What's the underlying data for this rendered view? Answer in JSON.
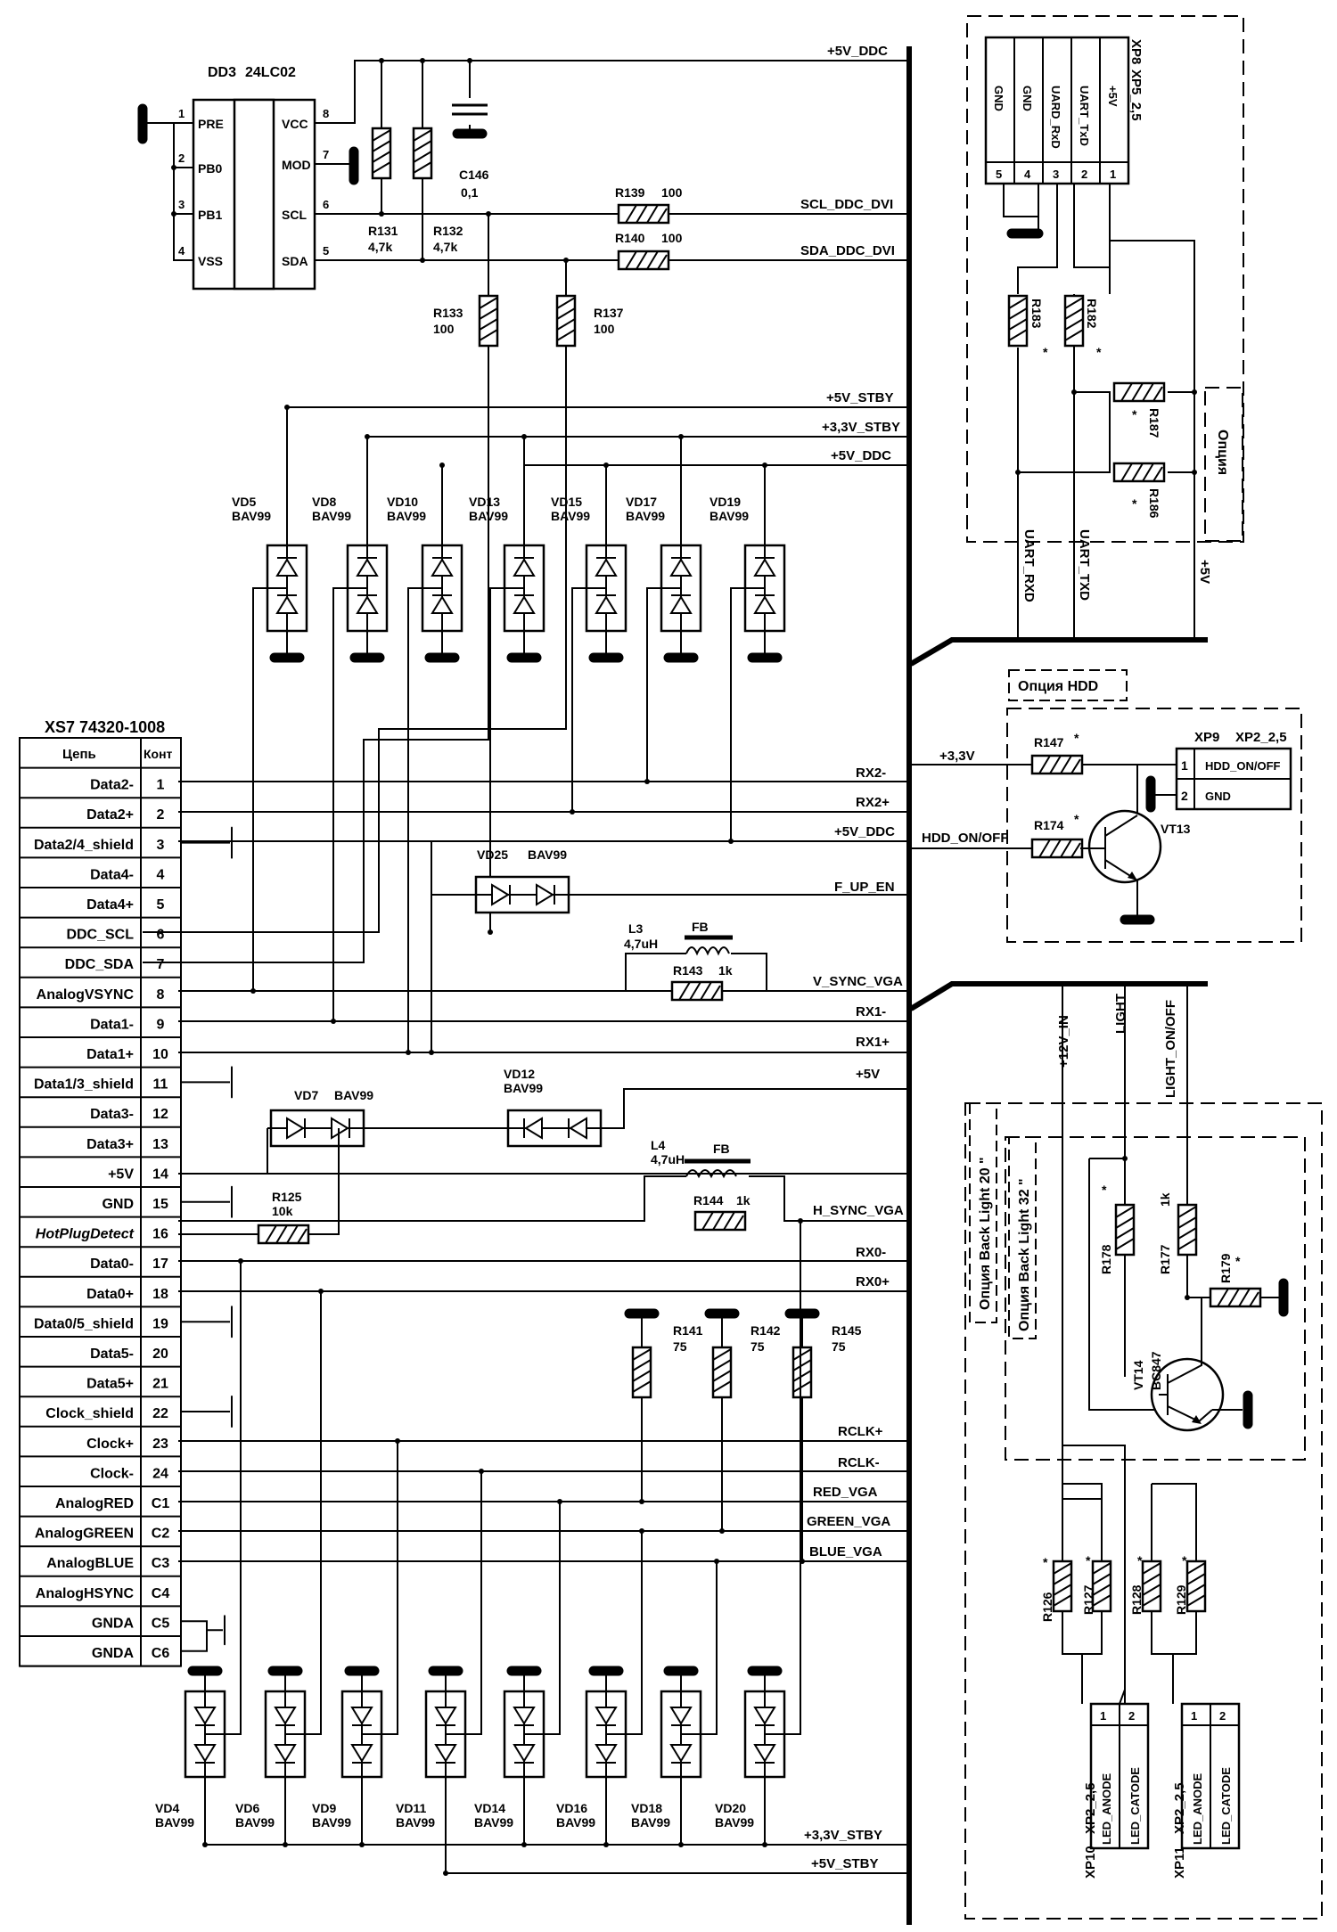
{
  "connector": {
    "title": "XS7  74320-1008",
    "col_net": "Цепь",
    "col_pin": "Конт",
    "rows": [
      {
        "net": "Data2-",
        "pin": "1"
      },
      {
        "net": "Data2+",
        "pin": "2"
      },
      {
        "net": "Data2/4_shield",
        "pin": "3"
      },
      {
        "net": "Data4-",
        "pin": "4"
      },
      {
        "net": "Data4+",
        "pin": "5"
      },
      {
        "net": "DDC_SCL",
        "pin": "6"
      },
      {
        "net": "DDC_SDA",
        "pin": "7"
      },
      {
        "net": "AnalogVSYNC",
        "pin": "8"
      },
      {
        "net": "Data1-",
        "pin": "9"
      },
      {
        "net": "Data1+",
        "pin": "10"
      },
      {
        "net": "Data1/3_shield",
        "pin": "11"
      },
      {
        "net": "Data3-",
        "pin": "12"
      },
      {
        "net": "Data3+",
        "pin": "13"
      },
      {
        "net": "+5V",
        "pin": "14"
      },
      {
        "net": "GND",
        "pin": "15"
      },
      {
        "net": "HotPlugDetect",
        "pin": "16"
      },
      {
        "net": "Data0-",
        "pin": "17"
      },
      {
        "net": "Data0+",
        "pin": "18"
      },
      {
        "net": "Data0/5_shield",
        "pin": "19"
      },
      {
        "net": "Data5-",
        "pin": "20"
      },
      {
        "net": "Data5+",
        "pin": "21"
      },
      {
        "net": "Clock_shield",
        "pin": "22"
      },
      {
        "net": "Clock+",
        "pin": "23"
      },
      {
        "net": "Clock-",
        "pin": "24"
      },
      {
        "net": "AnalogRED",
        "pin": "C1"
      },
      {
        "net": "AnalogGREEN",
        "pin": "C2"
      },
      {
        "net": "AnalogBLUE",
        "pin": "C3"
      },
      {
        "net": "AnalogHSYNC",
        "pin": "C4"
      },
      {
        "net": "GNDA",
        "pin": "C5"
      },
      {
        "net": "GNDA",
        "pin": "C6"
      }
    ]
  },
  "eeprom": {
    "ref": "DD3",
    "part": "24LC02",
    "pins_left": [
      {
        "n": "1",
        "name": "PRE"
      },
      {
        "n": "2",
        "name": "PB0"
      },
      {
        "n": "3",
        "name": "PB1"
      },
      {
        "n": "4",
        "name": "VSS"
      }
    ],
    "pins_right": [
      {
        "n": "8",
        "name": "VCC"
      },
      {
        "n": "7",
        "name": "MOD"
      },
      {
        "n": "6",
        "name": "SCL"
      },
      {
        "n": "5",
        "name": "SDA"
      }
    ]
  },
  "parts": {
    "c146": {
      "ref": "C146",
      "val": "0,1"
    },
    "r131": {
      "ref": "R131",
      "val": "4,7k"
    },
    "r132": {
      "ref": "R132",
      "val": "4,7k"
    },
    "r139": {
      "ref": "R139",
      "val": "100"
    },
    "r140": {
      "ref": "R140",
      "val": "100"
    },
    "r133": {
      "ref": "R133",
      "val": "100"
    },
    "r137": {
      "ref": "R137",
      "val": "100"
    },
    "r143": {
      "ref": "R143",
      "val": "1k"
    },
    "r144": {
      "ref": "R144",
      "val": "1k"
    },
    "r125": {
      "ref": "R125",
      "val": "10k"
    },
    "r141": {
      "ref": "R141",
      "val": "75"
    },
    "r142": {
      "ref": "R142",
      "val": "75"
    },
    "r145": {
      "ref": "R145",
      "val": "75"
    },
    "l3": {
      "ref": "L3",
      "val": "4,7uH",
      "core": "FB"
    },
    "l4": {
      "ref": "L4",
      "val": "4,7uH",
      "core": "FB"
    },
    "vd25": {
      "ref": "VD25",
      "part": "BAV99"
    },
    "vd7": {
      "ref": "VD7",
      "part": "BAV99"
    },
    "vd12": {
      "ref": "VD12",
      "part": "BAV99"
    },
    "r147": {
      "ref": "R147",
      "mark": "*"
    },
    "r174": {
      "ref": "R174",
      "mark": "*"
    },
    "vt13": {
      "ref": "VT13"
    },
    "r183": {
      "ref": "R183",
      "mark": "*"
    },
    "r182": {
      "ref": "R182",
      "mark": "*"
    },
    "r187": {
      "ref": "R187",
      "mark": "*"
    },
    "r186": {
      "ref": "R186",
      "mark": "*"
    },
    "r178": {
      "ref": "R178",
      "mark": "*"
    },
    "r177": {
      "ref": "R177",
      "val": "1k"
    },
    "r179": {
      "ref": "R179",
      "mark": "*"
    },
    "vt14": {
      "ref": "VT14",
      "part": "BC847"
    },
    "r126": {
      "ref": "R126",
      "mark": "*"
    },
    "r127": {
      "ref": "R127",
      "mark": "*"
    },
    "r128": {
      "ref": "R128",
      "mark": "*"
    },
    "r129": {
      "ref": "R129",
      "mark": "*"
    }
  },
  "diodes_top": [
    {
      "ref": "VD5",
      "part": "BAV99"
    },
    {
      "ref": "VD8",
      "part": "BAV99"
    },
    {
      "ref": "VD10",
      "part": "BAV99"
    },
    {
      "ref": "VD13",
      "part": "BAV99"
    },
    {
      "ref": "VD15",
      "part": "BAV99"
    },
    {
      "ref": "VD17",
      "part": "BAV99"
    },
    {
      "ref": "VD19",
      "part": "BAV99"
    }
  ],
  "diodes_bottom": [
    {
      "ref": "VD4",
      "part": "BAV99"
    },
    {
      "ref": "VD6",
      "part": "BAV99"
    },
    {
      "ref": "VD9",
      "part": "BAV99"
    },
    {
      "ref": "VD11",
      "part": "BAV99"
    },
    {
      "ref": "VD14",
      "part": "BAV99"
    },
    {
      "ref": "VD16",
      "part": "BAV99"
    },
    {
      "ref": "VD18",
      "part": "BAV99"
    },
    {
      "ref": "VD20",
      "part": "BAV99"
    }
  ],
  "nets": {
    "p5v_ddc": "+5V_DDC",
    "scl_dvi": "SCL_DDC_DVI",
    "sda_dvi": "SDA_DDC_DVI",
    "p5v_stby": "+5V_STBY",
    "p33v_stby": "+3,3V_STBY",
    "rx2m": "RX2-",
    "rx2p": "RX2+",
    "f_up_en": "F_UP_EN",
    "v_sync": "V_SYNC_VGA",
    "rx1m": "RX1-",
    "rx1p": "RX1+",
    "p5v": "+5V",
    "h_sync": "H_SYNC_VGA",
    "rx0m": "RX0-",
    "rx0p": "RX0+",
    "rclkp": "RCLK+",
    "rclkm": "RCLK-",
    "red": "RED_VGA",
    "green": "GREEN_VGA",
    "blue": "BLUE_VGA",
    "p33v": "+3,3V",
    "hdd_on": "HDD_ON/OFF",
    "uart_rxd": "UART_RXD",
    "uart_txd": "UART_TXD",
    "p12v_in": "+12V_IN",
    "light": "LIGHT",
    "light_onoff": "LIGHT_ON/OFF"
  },
  "xp8": {
    "ref": "XP8",
    "part": "XP5_2,5",
    "pins": [
      {
        "n": "5",
        "name": "GND"
      },
      {
        "n": "4",
        "name": "GND"
      },
      {
        "n": "3",
        "name": "UARD_RxD"
      },
      {
        "n": "2",
        "name": "UART_TxD"
      },
      {
        "n": "1",
        "name": "+5V"
      }
    ]
  },
  "xp9": {
    "ref": "XP9",
    "part": "XP2_2,5",
    "pins": [
      {
        "n": "1",
        "name": "HDD_ON/OFF"
      },
      {
        "n": "2",
        "name": "GND"
      }
    ]
  },
  "xp10": {
    "ref": "XP10",
    "part": "XP2_2,5",
    "pins": [
      {
        "n": "1",
        "name": "LED_ANODE"
      },
      {
        "n": "2",
        "name": "LED_CATODE"
      }
    ]
  },
  "xp11": {
    "ref": "XP11",
    "part": "XP2_2,5",
    "pins": [
      {
        "n": "1",
        "name": "LED_ANODE"
      },
      {
        "n": "2",
        "name": "LED_CATODE"
      }
    ]
  },
  "options": {
    "uart": "Опция",
    "hdd": "Опция  HDD",
    "bl20": "Опция  Back Light 20 \"",
    "bl32": "Опция  Back Light 32 \""
  }
}
